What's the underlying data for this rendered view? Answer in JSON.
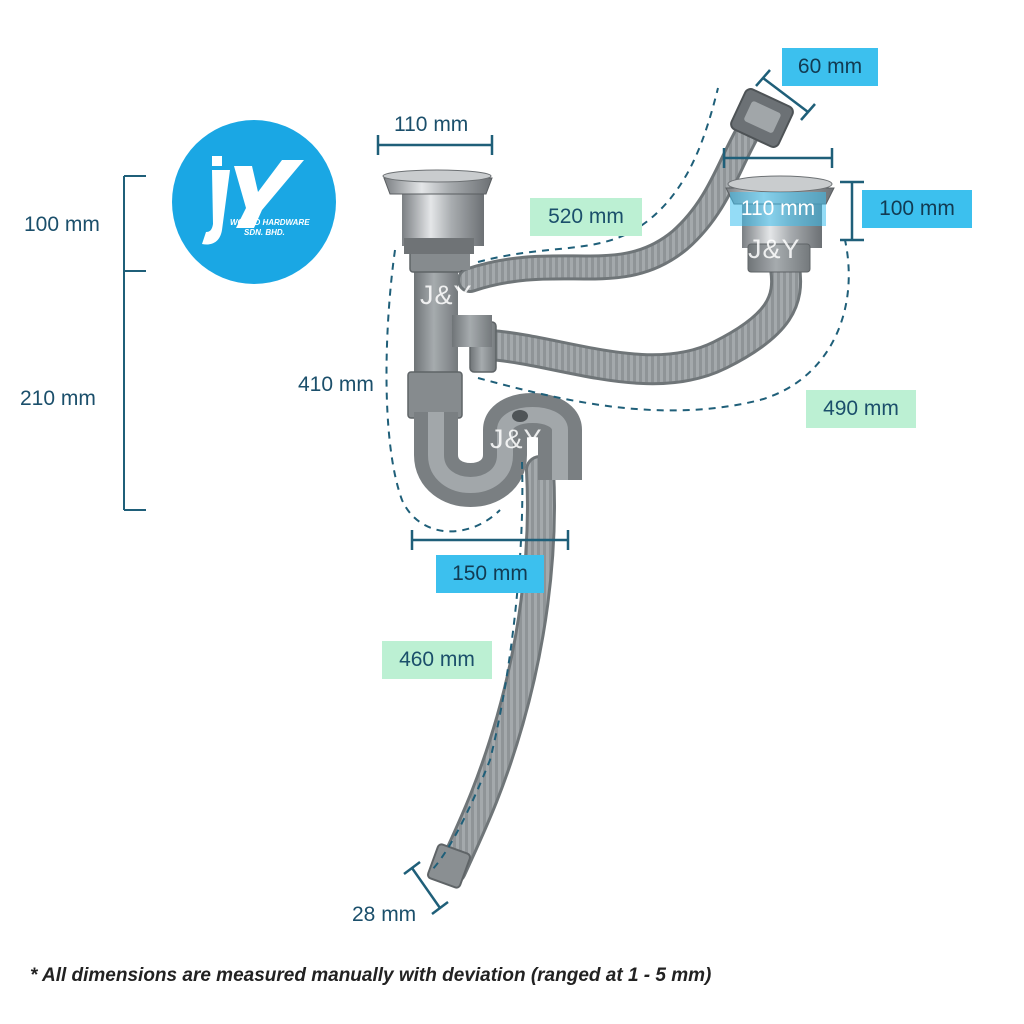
{
  "logo": {
    "line1": "WORLD HARDWARE",
    "line2": "SDN. BHD.",
    "brand_color": "#1aa7e4"
  },
  "watermark": "J&Y",
  "dimensions": {
    "vertical_100": "100 mm",
    "vertical_210": "210 mm",
    "left_strainer_width": "110 mm",
    "overflow_width": "60 mm",
    "right_strainer_width": "110 mm",
    "right_strainer_height": "100 mm",
    "overflow_hose": "520 mm",
    "left_pipe": "410 mm",
    "connector_hose": "490 mm",
    "trap_width": "150 mm",
    "outlet_hose": "460 mm",
    "outlet_diameter": "28 mm"
  },
  "footnote": "* All dimensions are measured manually with deviation (ranged at 1 - 5 mm)",
  "colors": {
    "pipe": "#8e9396",
    "dimension_line": "#1f5f79",
    "blue_label": "#3cc0ee",
    "green_label": "#bcf0d3"
  }
}
